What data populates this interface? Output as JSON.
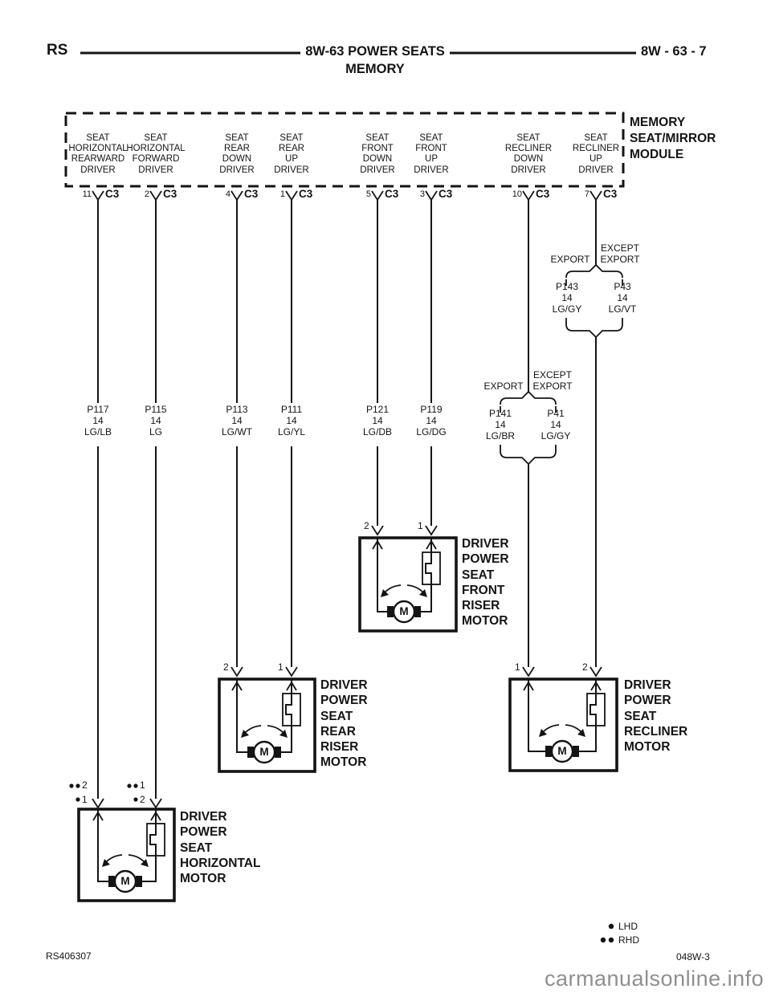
{
  "header": {
    "left_code": "RS",
    "title": "8W-63 POWER SEATS",
    "subtitle": "MEMORY",
    "page": "8W - 63 - 7"
  },
  "module": {
    "name": "MEMORY\nSEAT/MIRROR\nMODULE",
    "connector": "C3",
    "outputs": [
      {
        "pin": "11",
        "label": "SEAT\nHORIZONTAL\nREARWARD\nDRIVER"
      },
      {
        "pin": "2",
        "label": "SEAT\nHORIZONTAL\nFORWARD\nDRIVER"
      },
      {
        "pin": "4",
        "label": "SEAT\nREAR\nDOWN\nDRIVER"
      },
      {
        "pin": "1",
        "label": "SEAT\nREAR\nUP\nDRIVER"
      },
      {
        "pin": "5",
        "label": "SEAT\nFRONT\nDOWN\nDRIVER"
      },
      {
        "pin": "3",
        "label": "SEAT\nFRONT\nUP\nDRIVER"
      },
      {
        "pin": "10",
        "label": "SEAT\nRECLINER\nDOWN\nDRIVER"
      },
      {
        "pin": "7",
        "label": "SEAT\nRECLINER\nUP\nDRIVER"
      }
    ]
  },
  "wire_labels": [
    "P117\n14\nLG/LB",
    "P115\n14\nLG",
    "P113\n14\nLG/WT",
    "P111\n14\nLG/YL",
    "P121\n14\nLG/DB",
    "P119\n14\nLG/DG"
  ],
  "branches": {
    "recliner_up": {
      "left_variant": "EXPORT",
      "right_variant": "EXCEPT\nEXPORT",
      "left_wire": "P143\n14\nLG/GY",
      "right_wire": "P43\n14\nLG/VT"
    },
    "recliner_down": {
      "left_variant": "EXPORT",
      "right_variant": "EXCEPT\nEXPORT",
      "left_wire": "P141\n14\nLG/BR",
      "right_wire": "P41\n14\nLG/GY"
    }
  },
  "motors": [
    {
      "id": "front-riser",
      "label": "DRIVER\nPOWER\nSEAT\nFRONT\nRISER\nMOTOR",
      "left_pin": "2",
      "right_pin": "1",
      "symbol": "M"
    },
    {
      "id": "rear-riser",
      "label": "DRIVER\nPOWER\nSEAT\nREAR\nRISER\nMOTOR",
      "left_pin": "2",
      "right_pin": "1",
      "symbol": "M"
    },
    {
      "id": "recliner",
      "label": "DRIVER\nPOWER\nSEAT\nRECLINER\nMOTOR",
      "left_pin": "1",
      "right_pin": "2",
      "symbol": "M"
    },
    {
      "id": "horizontal",
      "label": "DRIVER\nPOWER\nSEAT\nHORIZONTAL\nMOTOR",
      "left_pin_rhd": "2",
      "left_pin_lhd": "1",
      "right_pin_rhd": "1",
      "right_pin_lhd": "2",
      "symbol": "M"
    }
  ],
  "legend": {
    "lhd": "LHD",
    "rhd": "RHD"
  },
  "footer": {
    "left_code": "RS406307",
    "right_code": "048W-3"
  },
  "watermark": "carmanualsonline.info",
  "colors": {
    "line": "#141414",
    "watermark": "#8f8f8f",
    "background": "#ffffff"
  }
}
